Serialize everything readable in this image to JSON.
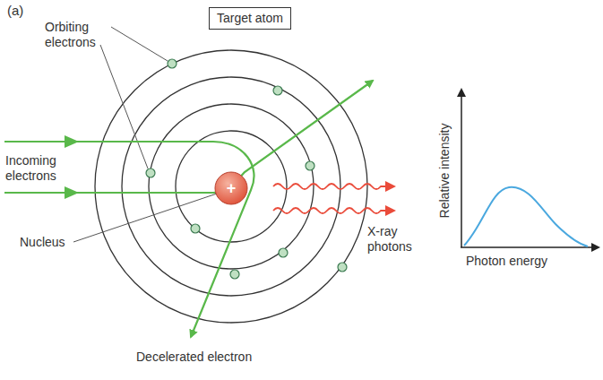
{
  "diagram": {
    "nodes": [
      {
        "text": [
          "Target atom"
        ]
      },
      {
        "text": [
          "+"
        ]
      }
    ],
    "labels": [
      "(a)",
      "Orbiting electrons",
      "Incoming electrons",
      "Nucleus",
      "X-ray photons",
      "Decelerated electron",
      "Relative intensity",
      "Photon energy"
    ]
  }
}
